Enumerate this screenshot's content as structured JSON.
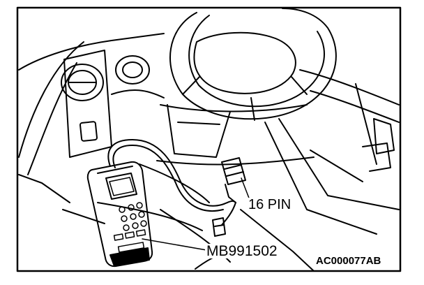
{
  "labels": {
    "connector_pin": "16 PIN",
    "tool_part_number": "MB991502",
    "figure_code": "AC000077AB"
  },
  "colors": {
    "ink": "#000000",
    "paper": "#ffffff"
  }
}
